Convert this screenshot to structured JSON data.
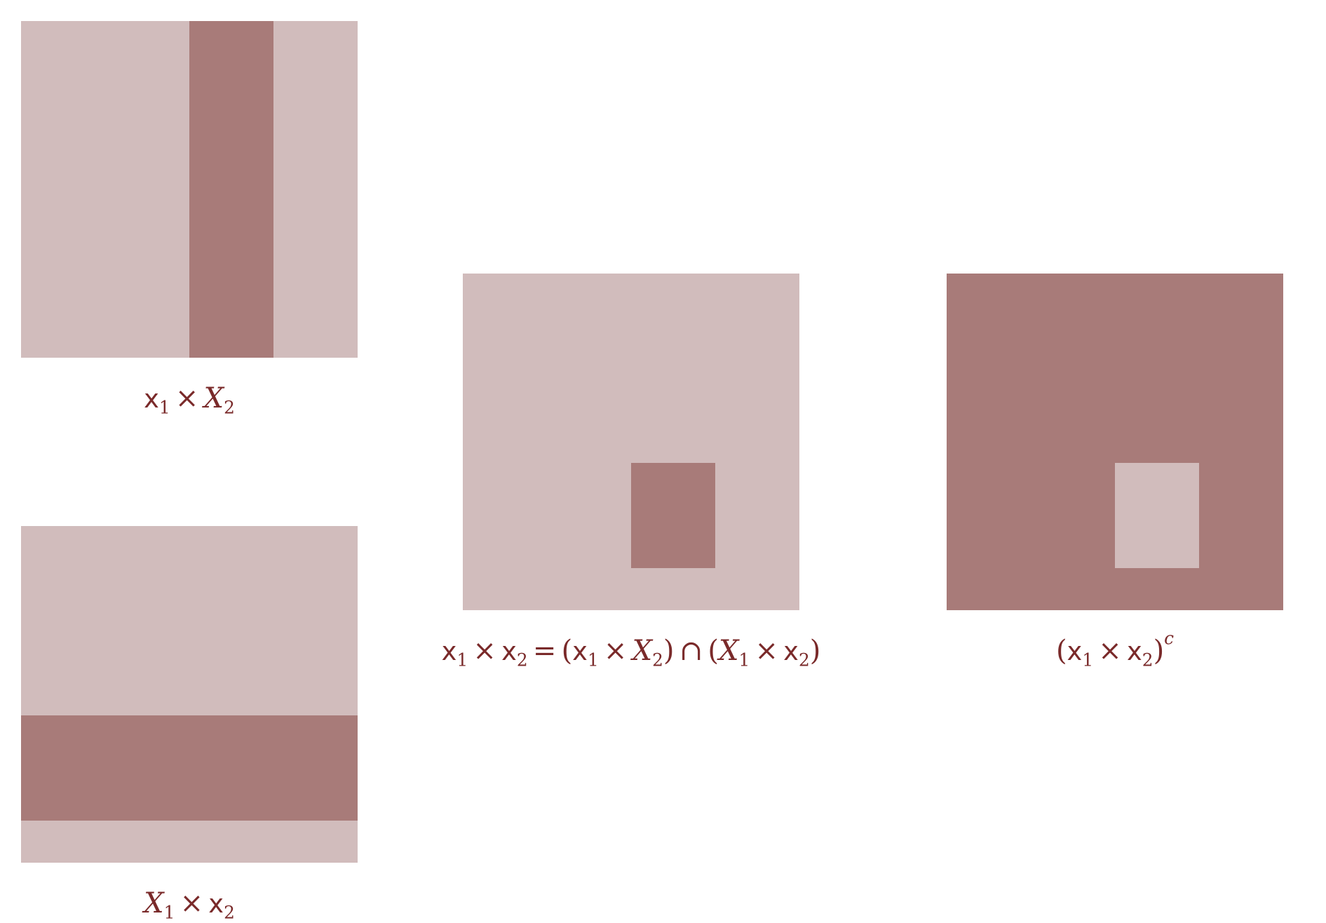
{
  "colors": {
    "light": "#d1bcbc",
    "dark": "#a87b79",
    "caption": "#7a2a2a",
    "background": "#ffffff"
  },
  "captions": {
    "panel1": {
      "a": "x",
      "a_sub": "1",
      "op": "×",
      "b": "X",
      "b_sub": "2"
    },
    "panel2": {
      "a": "X",
      "a_sub": "1",
      "op": "×",
      "b": "x",
      "b_sub": "2"
    },
    "panel3": {
      "a": "x",
      "a_sub": "1",
      "op1": "×",
      "b": "x",
      "b_sub": "2",
      "eq": "=",
      "lp1": "(",
      "c": "x",
      "c_sub": "1",
      "op2": "×",
      "d": "X",
      "d_sub": "2",
      "rp1": ")",
      "cap": "∩",
      "lp2": "(",
      "e": "X",
      "e_sub": "1",
      "op3": "×",
      "f": "x",
      "f_sub": "2",
      "rp2": ")"
    },
    "panel4": {
      "lp": "(",
      "a": "x",
      "a_sub": "1",
      "op": "×",
      "b": "x",
      "b_sub": "2",
      "rp": ")",
      "sup": "c"
    }
  }
}
